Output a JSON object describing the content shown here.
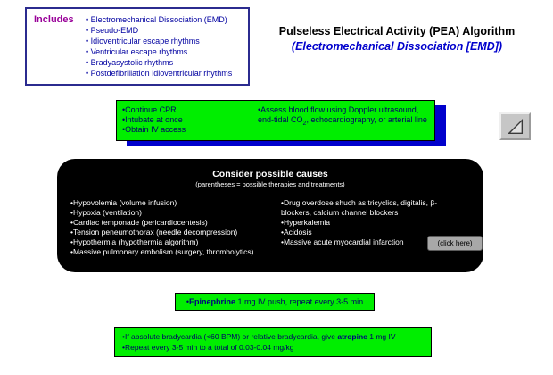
{
  "includes_box": {
    "label": "Includes",
    "items": [
      "• Electromechanical Dissociation (EMD)",
      "• Pseudo-EMD",
      "• Idioventricular escape rhythms",
      "• Ventricular escape rhythms",
      "• Bradyasystolic rhythms",
      "• Postdefibrillation idioventricular rhythms"
    ]
  },
  "title": {
    "line1": "Pulseless Electrical Activity (PEA) Algorithm",
    "line2": "(Electromechanical Dissociation [EMD])"
  },
  "initial_box": {
    "left_items": [
      "•Continue CPR",
      "•Intubate at once",
      "•Obtain IV access"
    ],
    "right_item": {
      "pre": "•Assess blood flow using Doppler ultrasound, end-tidal CO",
      "sub": "2",
      "post": ", echocardiography, or arterial line"
    }
  },
  "causes_box": {
    "title": "Consider possible causes",
    "subtitle": "(parentheses = possible therapies and treatments)",
    "left_items": [
      "•Hypovolemia (volume infusion)",
      "•Hypoxia (ventilation)",
      "•Cardiac temponade (pericardiocentesis)",
      "•Tension peneumothorax (needle decompression)",
      "•Hypothermia (hypothermia algorithm)",
      "•Massive pulmonary embolism (surgery, thrombolytics)"
    ],
    "right_items": [
      "•Drug overdose shuch as tricyclics, digitalis, β-blockers, calcium channel blockers",
      "•Hyperkalemia",
      "•Acidosis",
      "•Massive acute myocardial infarction"
    ],
    "click_button": "(click here)"
  },
  "epinephrine_box": {
    "pre": "•",
    "bold": "Epinephrine",
    "rest": " 1 mg IV push, repeat every 3-5 min"
  },
  "atropine_box": {
    "line1_pre": "•If absolute bradycardia (<60 BPM) or relative bradycardia, give ",
    "line1_bold": "atropine",
    "line1_post": " 1 mg IV",
    "line2": "•Repeat every 3-5 min to a total of 0.03-0.04 mg/kg"
  },
  "colors": {
    "box_green": "#00ee00",
    "shadow_blue": "#0000cc",
    "text_navy": "#000066",
    "includes_label_purple": "#990099",
    "subtitle_blue": "#0000cc",
    "causes_bg": "#000000",
    "button_gray": "#c6c6c6"
  }
}
